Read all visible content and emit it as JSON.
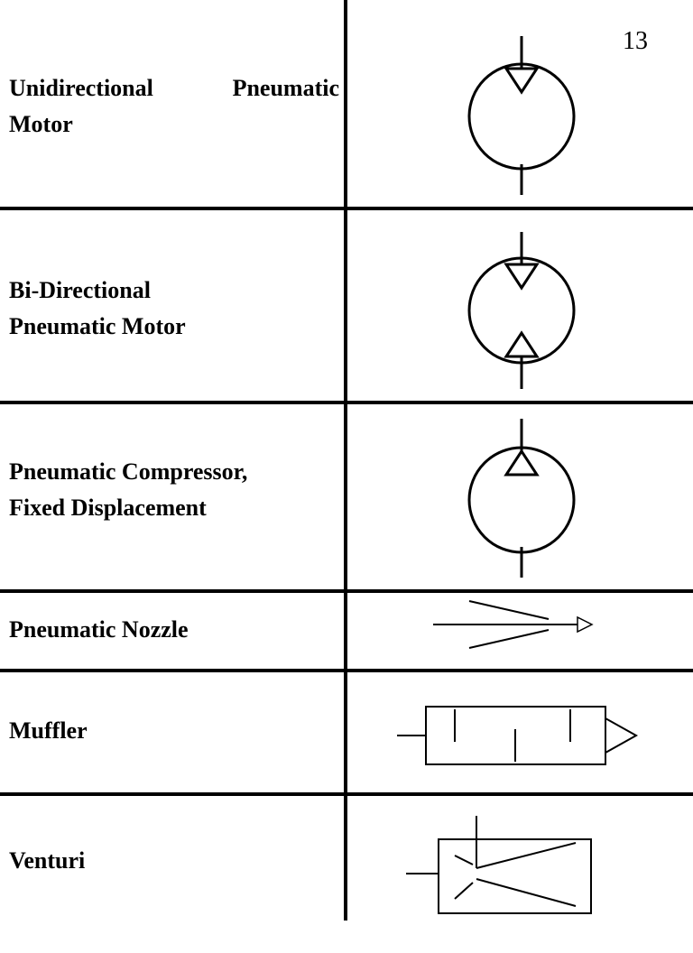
{
  "page_number": "13",
  "rows": [
    {
      "label_lines": [
        "Unidirectional",
        "Pneumatic",
        "Motor"
      ],
      "symbol": "unidirectional-pneumatic-motor-symbol"
    },
    {
      "label_lines": [
        "Bi-Directional",
        "Pneumatic Motor"
      ],
      "symbol": "bidirectional-pneumatic-motor-symbol"
    },
    {
      "label_lines": [
        "Pneumatic Compressor,",
        "Fixed Displacement"
      ],
      "symbol": "pneumatic-compressor-symbol"
    },
    {
      "label_lines": [
        "Pneumatic Nozzle"
      ],
      "symbol": "pneumatic-nozzle-symbol"
    },
    {
      "label_lines": [
        "Muffler"
      ],
      "symbol": "muffler-symbol"
    },
    {
      "label_lines": [
        "Venturi"
      ],
      "symbol": "venturi-symbol"
    }
  ]
}
